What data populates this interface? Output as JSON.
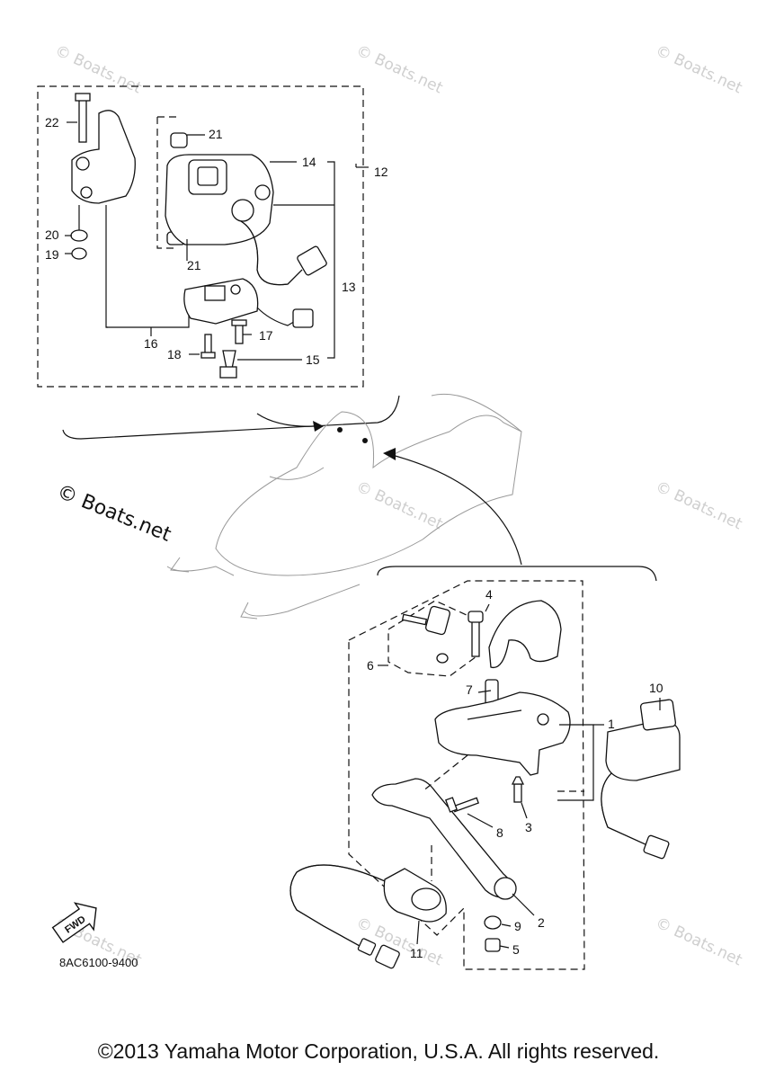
{
  "watermarks": {
    "small": "© Boats.net",
    "large": "© Boats.net"
  },
  "callouts": {
    "c1": "1",
    "c2": "2",
    "c3": "3",
    "c4": "4",
    "c5": "5",
    "c6": "6",
    "c7": "7",
    "c8": "8",
    "c9": "9",
    "c10": "10",
    "c11": "11",
    "c12": "12",
    "c13": "13",
    "c14": "14",
    "c15": "15",
    "c16": "16",
    "c17": "17",
    "c18": "18",
    "c19": "19",
    "c20": "20",
    "c21a": "21",
    "c21b": "21",
    "c22": "22"
  },
  "fwd_label": "FWD",
  "diagram_code": "8AC6100-9400",
  "copyright": "©2013 Yamaha Motor Corporation, U.S.A. All rights reserved.",
  "colors": {
    "line": "#111111",
    "watermark": "#cfcfcf",
    "background": "#ffffff"
  }
}
